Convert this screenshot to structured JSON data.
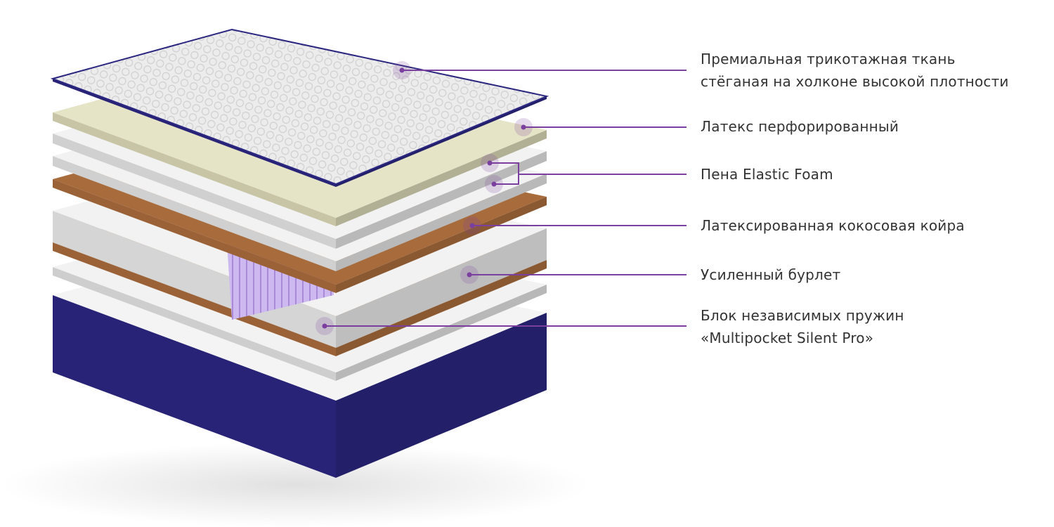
{
  "colors": {
    "accent": "#7b3fa0",
    "text": "#333333",
    "fabric": "#eeeeee",
    "latex": "#e6e4c6",
    "foam": "#f2f2f2",
    "coir": "#a86b3c",
    "springs": "#c9b3ee",
    "base": "#2b2680"
  },
  "labels": [
    {
      "lines": [
        "Премиальная трикотажная ткань",
        "стёганая на холконе высокой плотности"
      ]
    },
    {
      "lines": [
        "Латекс перфорированный"
      ]
    },
    {
      "lines": [
        "Пена Elastic Foam"
      ]
    },
    {
      "lines": [
        "Латексированная кокосовая койра"
      ]
    },
    {
      "lines": [
        "Усиленный бурлет"
      ]
    },
    {
      "lines": [
        "Блок независимых пружин",
        "«Multipocket Silent Pro»"
      ]
    }
  ]
}
